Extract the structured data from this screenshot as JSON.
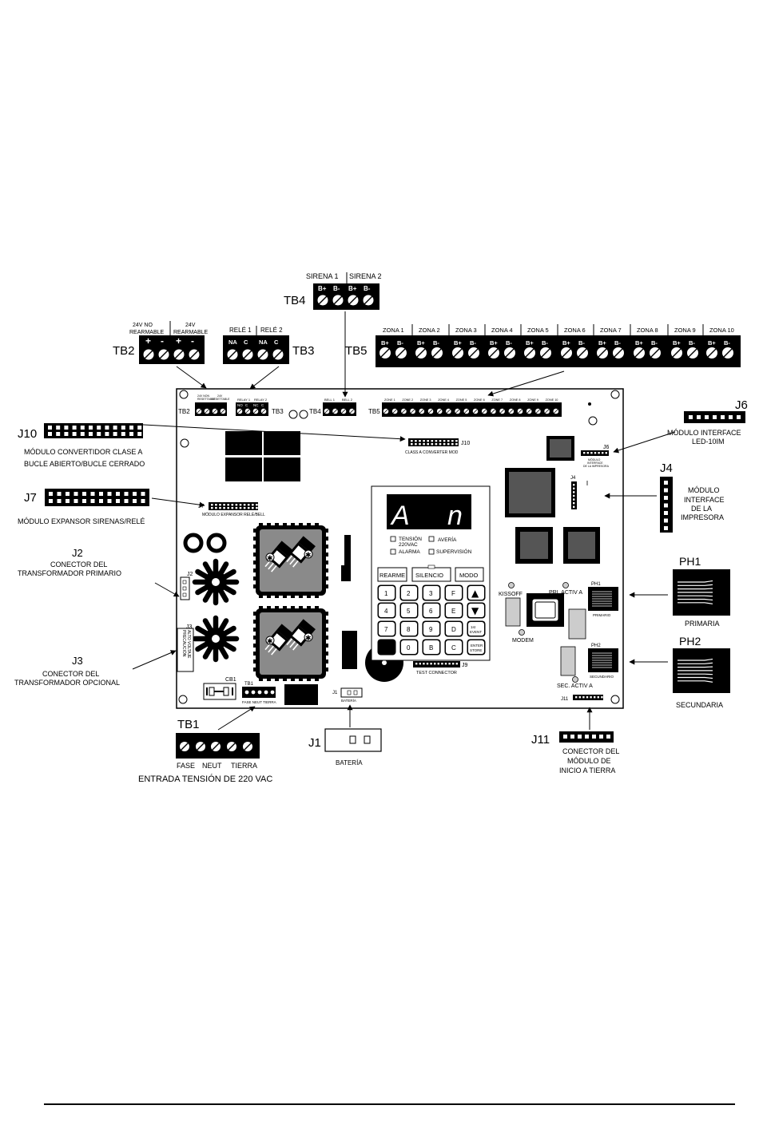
{
  "colors": {
    "ink": "#000000",
    "paper": "#ffffff",
    "chip": "#555555",
    "heatsink_bg": "#8a8a8a"
  },
  "external": {
    "tb4": {
      "title": "TB4",
      "labels": [
        "SIRENA 1",
        "SIRENA 2"
      ],
      "pins": [
        "B+",
        "B-",
        "B+",
        "B-"
      ]
    },
    "tb2": {
      "title": "TB2",
      "label1a": "24V NO",
      "label1b": "REARMABLE",
      "label2a": "24V",
      "label2b": "REARMABLE",
      "pins": [
        "+",
        "-",
        "+",
        "-"
      ]
    },
    "tb3": {
      "title": "TB3",
      "labels": [
        "RELÉ 1",
        "RELÉ 2"
      ],
      "pins": [
        "NA",
        "C",
        "NA",
        "C"
      ]
    },
    "tb5": {
      "title": "TB5",
      "zones": [
        "ZONA 1",
        "ZONA 2",
        "ZONA 3",
        "ZONA 4",
        "ZONA 5",
        "ZONA 6",
        "ZONA 7",
        "ZONA 8",
        "ZONA 9",
        "ZONA 10"
      ],
      "pins": [
        "B+",
        "B-"
      ]
    },
    "j10": {
      "title": "J10",
      "desc1": "MÓDULO CONVERTIDOR CLASE A",
      "desc2": "BUCLE ABIERTO/BUCLE CERRADO"
    },
    "j7": {
      "title": "J7",
      "desc": "MÓDULO EXPANSOR SIRENAS/RELÉ"
    },
    "j2": {
      "title": "J2",
      "desc1": "CONECTOR DEL",
      "desc2": "TRANSFORMADOR PRIMARIO"
    },
    "j3": {
      "title": "J3",
      "desc1": "CONECTOR DEL",
      "desc2": "TRANSFORMADOR OPCIONAL"
    },
    "j6": {
      "title": "J6",
      "desc1": "MÓDULO INTERFACE",
      "desc2": "LED-10IM"
    },
    "j4": {
      "title": "J4",
      "desc1": "MÓDULO",
      "desc2": "INTERFACE",
      "desc3": "DE LA",
      "desc4": "IMPRESORA"
    },
    "ph1": {
      "title": "PH1",
      "desc": "PRIMARIA"
    },
    "ph2": {
      "title": "PH2",
      "desc": "SECUNDARIA"
    },
    "tb1": {
      "title": "TB1",
      "pins": [
        "FASE",
        "NEUT",
        "TIERRA"
      ],
      "desc": "ENTRADA TENSIÓN DE 220 VAC"
    },
    "j1": {
      "title": "J1",
      "desc": "BATERÍA"
    },
    "j11": {
      "title": "J11",
      "desc1": "CONECTOR DEL",
      "desc2": "MÓDULO DE",
      "desc3": "INICIO A TIERRA"
    }
  },
  "board": {
    "tb2_label": "TB2",
    "tb2_top": "24V NON",
    "tb2_top2": "RESETTABLE",
    "tb2_top3": "24V",
    "tb2_top4": "RESETTABLE",
    "tb3_label": "TB3",
    "tb3_relays": [
      "RELAY 1",
      "RELAY 2"
    ],
    "tb3_pins": [
      "NO",
      "C",
      "NC",
      "C"
    ],
    "tb4_label": "TB4",
    "tb4_bells": [
      "BELL 1",
      "BELL 2"
    ],
    "tb5_label": "TB5",
    "zones": [
      "ZONE 1",
      "ZONE 2",
      "ZONE 3",
      "ZONE 4",
      "ZONE 5",
      "ZONE 6",
      "ZONE 7",
      "ZONE 8",
      "ZONE 9",
      "ZONE 10"
    ],
    "j10_label": "J10",
    "j10_caption": "CLASS A CONVERTER MOD",
    "j7_label": "J7",
    "j7_caption": "MÓDULO EXPANSOR RELÉ/BELL",
    "j6_label": "J6",
    "j6_caption1": "MÓDULO",
    "j6_caption2": "INTERFACE",
    "j6_caption3": "DE LA IMPRESORA",
    "j4_label": "J4",
    "j2_label": "J2",
    "j3_label": "J3",
    "j3_caption1": "PRECAUCIÓN",
    "j3_caption2": "ALTO VOLTAJE",
    "j9_label": "J9",
    "j9_caption": "TEST CONNECTOR",
    "j1_label": "J1",
    "j1_caption": "BATERÍA",
    "j11_label": "J11",
    "cb1_label": "CB1",
    "tb1_label": "TB1",
    "tb1_caption": "FASE NEUT TIERRA",
    "display": {
      "char1": "A",
      "char2": "n"
    },
    "leds": [
      "TENSIÓN",
      "220VAC",
      "AVERÍA",
      "ALARMA",
      "SUPERVISIÓN"
    ],
    "buttons": [
      "REARME",
      "SILENCIO",
      "MODO"
    ],
    "keys": [
      [
        "1",
        "2",
        "3",
        "F",
        "▲"
      ],
      [
        "4",
        "5",
        "6",
        "E",
        "▼"
      ],
      [
        "7",
        "8",
        "9",
        "D",
        "1st EVENT"
      ],
      [
        "",
        "0",
        "B",
        "C",
        "ENTER STORE"
      ]
    ],
    "kissoff": "KISSOFF",
    "modem": "MODEM",
    "pri_activa": "PRI. ACTIV A",
    "sec_activa": "SEC. ACTIV A",
    "ph1_label": "PH1",
    "ph1_caption": "PRIMARIO",
    "ph2_label": "PH2",
    "ph2_caption": "SECUNDARIO"
  }
}
